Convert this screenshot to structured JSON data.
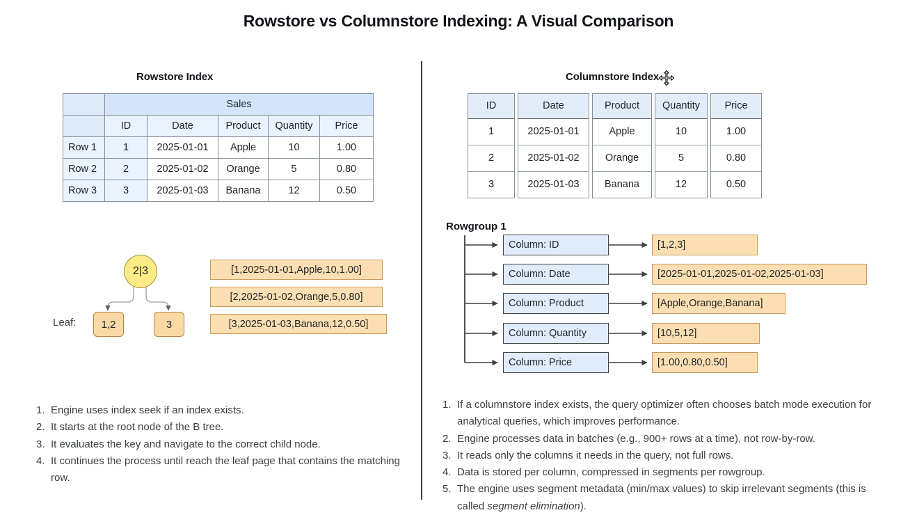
{
  "page": {
    "title": "Rowstore vs Columnstore Indexing: A Visual Comparison"
  },
  "colors": {
    "table_group_header": "#d4e4fa",
    "table_col_header": "#eaf2fd",
    "columnstore_header": "#e3edf9",
    "btree_root_fill": "#fdeb86",
    "btree_leaf_fill": "#fbd9a5",
    "data_box_fill": "#fbdfb2",
    "column_box_fill": "#e1ecfa",
    "divider": "#3c4043"
  },
  "rowstore": {
    "heading": "Rowstore Index",
    "table": {
      "group_header": "Sales",
      "corner": "",
      "columns": [
        "ID",
        "Date",
        "Product",
        "Quantity",
        "Price"
      ],
      "rows": [
        {
          "label": "Row 1",
          "cells": [
            "1",
            "2025-01-01",
            "Apple",
            "10",
            "1.00"
          ]
        },
        {
          "label": "Row 2",
          "cells": [
            "2",
            "2025-01-02",
            "Orange",
            "5",
            "0.80"
          ]
        },
        {
          "label": "Row 3",
          "cells": [
            "3",
            "2025-01-03",
            "Banana",
            "12",
            "0.50"
          ]
        }
      ]
    },
    "btree": {
      "root_label": "2|3",
      "leaf_label": "Leaf:",
      "leaves": [
        "1,2",
        "3"
      ]
    },
    "payloads": [
      "[1,2025-01-01,Apple,10,1.00]",
      "[2,2025-01-02,Orange,5,0.80]",
      "[3,2025-01-03,Banana,12,0.50]"
    ],
    "notes": [
      {
        "num": "1.",
        "text": "Engine uses index seek if an index exists."
      },
      {
        "num": "2.",
        "text": "It starts at the root node of the B tree."
      },
      {
        "num": "3.",
        "text": "It evaluates the key and navigate to the correct child node."
      },
      {
        "num": "4.",
        "text": "It continues the process until reach the leaf page that contains the matching row."
      }
    ]
  },
  "columnstore": {
    "heading": "Columnstore Index",
    "table": {
      "columns": [
        {
          "name": "ID",
          "values": [
            "1",
            "2",
            "3"
          ]
        },
        {
          "name": "Date",
          "values": [
            "2025-01-01",
            "2025-01-02",
            "2025-01-03"
          ]
        },
        {
          "name": "Product",
          "values": [
            "Apple",
            "Orange",
            "Banana"
          ]
        },
        {
          "name": "Quantity",
          "values": [
            "10",
            "5",
            "12"
          ]
        },
        {
          "name": "Price",
          "values": [
            "1.00",
            "0.80",
            "0.50"
          ]
        }
      ]
    },
    "rowgroup": {
      "label": "Rowgroup 1",
      "segments": [
        {
          "box": "Column: ID",
          "data": "[1,2,3]",
          "data_width": 152
        },
        {
          "box": "Column: Date",
          "data": "[2025-01-01,2025-01-02,2025-01-03]",
          "data_width": 309
        },
        {
          "box": "Column: Product",
          "data": "[Apple,Orange,Banana]",
          "data_width": 192
        },
        {
          "box": "Column: Quantity",
          "data": "[10,5,12]",
          "data_width": 155
        },
        {
          "box": "Column: Price",
          "data": "[1.00,0.80,0.50]",
          "data_width": 152
        }
      ]
    },
    "notes": [
      {
        "num": "1.",
        "text": "If a columnstore index exists, the query optimizer often chooses batch mode execution for analytical queries, which improves performance."
      },
      {
        "num": "2.",
        "text": "Engine processes data in batches (e.g., 900+ rows at a time), not row-by-row."
      },
      {
        "num": "3.",
        "text": "It reads only the columns it needs in the query, not full rows."
      },
      {
        "num": "4.",
        "text": "Data is stored per column, compressed in segments per rowgroup."
      },
      {
        "num": "5.",
        "text_pre": "The engine uses segment metadata (min/max values) to skip irrelevant segments (this is called ",
        "text_em": "segment elimination",
        "text_post": ")."
      }
    ]
  },
  "cursor": {
    "type": "move-cursor"
  }
}
